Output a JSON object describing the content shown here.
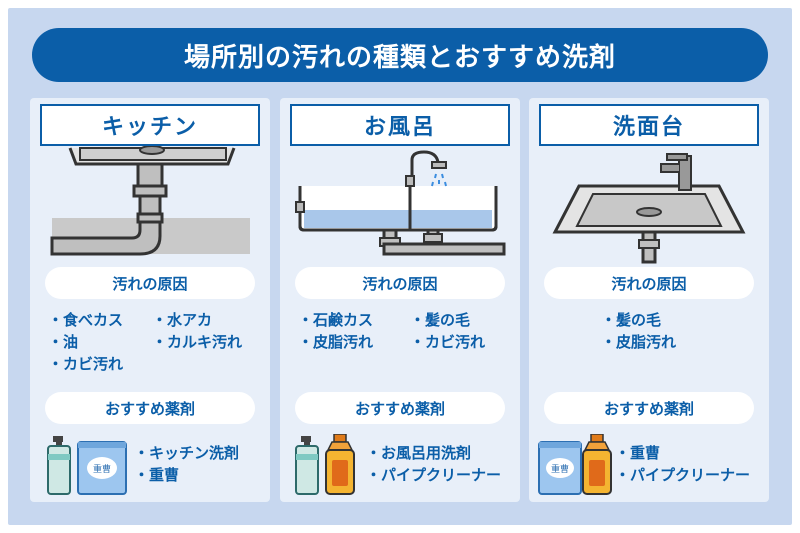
{
  "title": "場所別の汚れの種類とおすすめ洗剤",
  "section_labels": {
    "cause": "汚れの原因",
    "recommended": "おすすめ薬剤"
  },
  "bag_label": "重曹",
  "panels": [
    {
      "name": "キッチン",
      "causes_col1": [
        "・食べカス",
        "・油",
        "・カビ汚れ"
      ],
      "causes_col2": [
        "・水アカ",
        "・カルキ汚れ"
      ],
      "recommended": [
        "・キッチン洗剤",
        "・重曹"
      ]
    },
    {
      "name": "お風呂",
      "causes_col1": [
        "・石鹸カス",
        "・皮脂汚れ"
      ],
      "causes_col2": [
        "・髪の毛",
        "・カビ汚れ"
      ],
      "recommended": [
        "・お風呂用洗剤",
        "・パイプクリーナー"
      ]
    },
    {
      "name": "洗面台",
      "causes_col1": [
        "・髪の毛",
        "・皮脂汚れ"
      ],
      "causes_col2": [],
      "recommended": [
        "・重曹",
        "・パイプクリーナー"
      ]
    }
  ],
  "colors": {
    "primary": "#0b5ea8",
    "frame": "#c7d7ef",
    "panel": "#e8eff9"
  }
}
